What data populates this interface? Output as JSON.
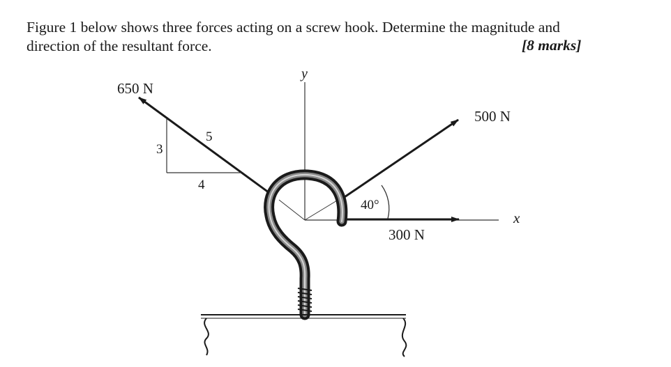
{
  "question": {
    "line1": "Figure 1 below shows three forces acting on a screw hook. Determine the magnitude and",
    "line2": "direction of the resultant force.",
    "marks": "[8 marks]"
  },
  "figure": {
    "axis_y_label": "y",
    "axis_x_label": "x",
    "forces": [
      {
        "label": "650 N",
        "slope_rise": 3,
        "slope_run": 4
      },
      {
        "label": "500 N",
        "angle_label": "40°",
        "angle_deg": 40
      },
      {
        "label": "300 N"
      }
    ],
    "triangle": {
      "rise_label": "3",
      "run_label": "4",
      "hyp_label": "5"
    }
  }
}
